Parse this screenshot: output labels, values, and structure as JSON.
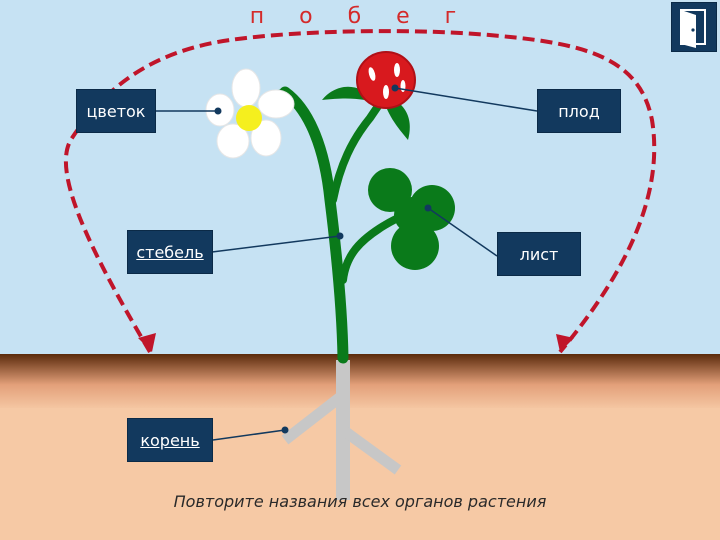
{
  "title": "п о б е г",
  "labels": {
    "flower": "цветок",
    "fruit": "плод",
    "stem": "стебель",
    "leaf": "лист",
    "root": "корень"
  },
  "instruction": "Повторите названия всех органов  растения",
  "exit_icon": "exit-door-icon",
  "colors": {
    "sky": "#c6e2f3",
    "soil_top": "#5a2a0c",
    "soil": "#f6c9a5",
    "label_bg": "#12395e",
    "dashed_arc": "#c0152a",
    "stem": "#0a7a1a",
    "root": "#c7c7c7",
    "berry": "#d8191e"
  }
}
